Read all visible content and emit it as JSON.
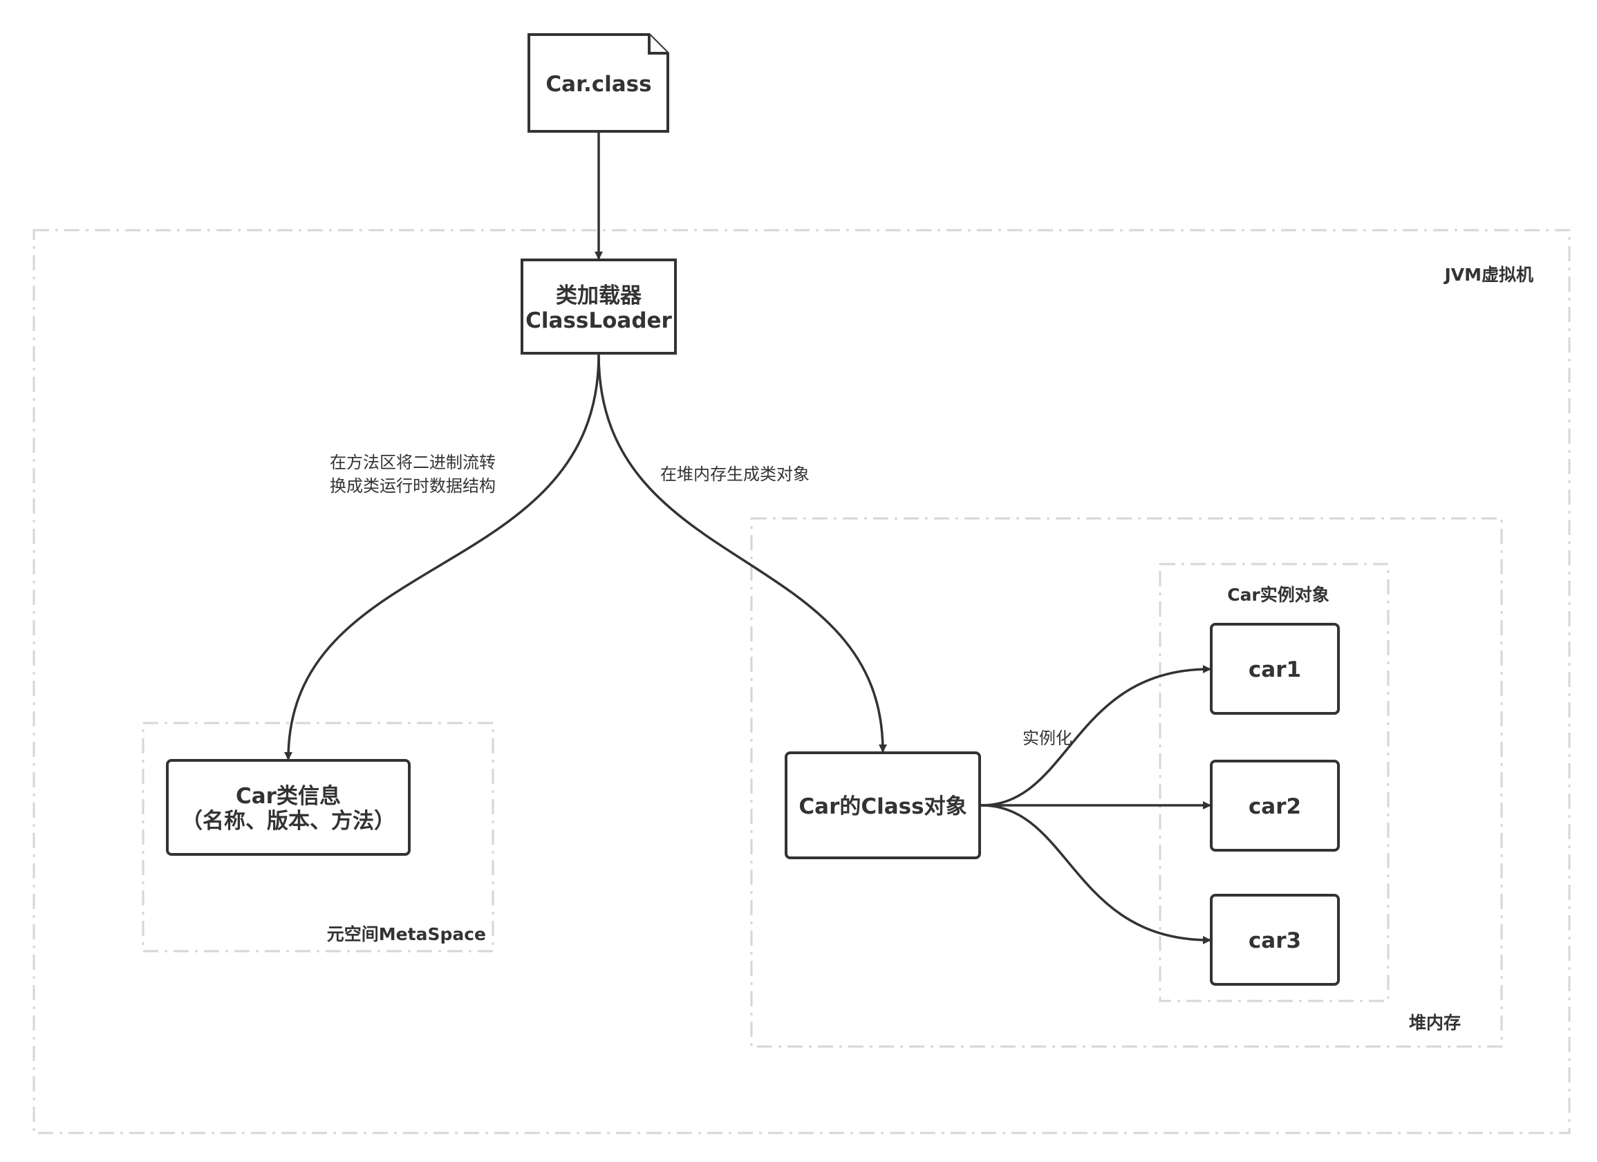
{
  "zones": {
    "jvm": "JVM虚拟机",
    "metaspace": "元空间MetaSpace",
    "heap": "堆内存",
    "instances": "Car实例对象"
  },
  "nodes": {
    "car_class_file": "Car.class",
    "classloader_line1": "类加载器",
    "classloader_line2": "ClassLoader",
    "class_info_line1": "Car类信息",
    "class_info_line2": "（名称、版本、方法）",
    "class_object": "Car的Class对象",
    "car1": "car1",
    "car2": "car2",
    "car3": "car3"
  },
  "edges": {
    "to_metaspace_line1": "在方法区将二进制流转",
    "to_metaspace_line2": "换成类运行时数据结构",
    "to_heap": "在堆内存生成类对象",
    "instantiate": "实例化"
  }
}
